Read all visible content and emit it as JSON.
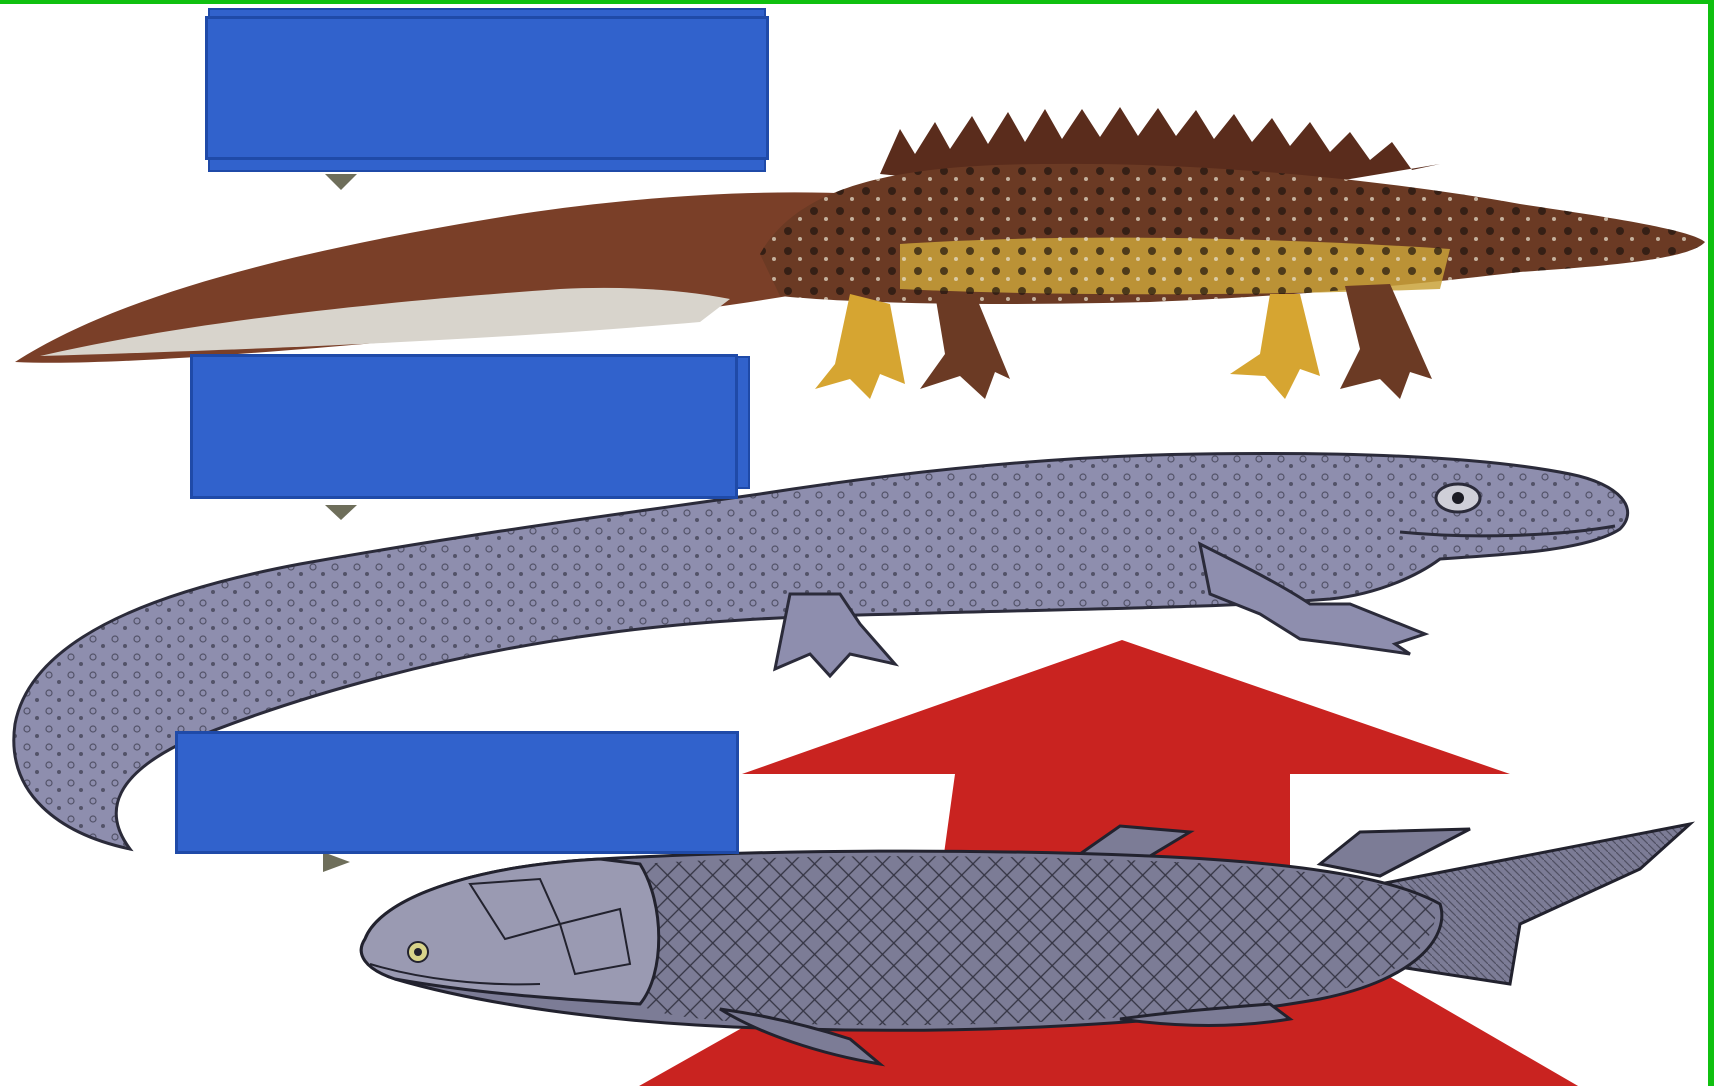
{
  "colors": {
    "frame": "#10c010",
    "label_box_fill": "#3162cc",
    "label_box_border": "#1f4aa8",
    "arrow": "#c92320",
    "pointer": "#6e6e5a",
    "newt_body": "#6b3a24",
    "newt_belly": "#c9a23a",
    "amphibian_body": "#8e8eae",
    "fish_body": "#7c7c96"
  },
  "diagram": {
    "arrow_direction": "up",
    "organisms": [
      {
        "id": "newt",
        "icon": "crested-newt-illustration"
      },
      {
        "id": "early-tetrapod",
        "icon": "early-amphibian-illustration"
      },
      {
        "id": "lobe-finned-fish",
        "icon": "lobe-finned-fish-illustration"
      }
    ],
    "labels": [
      {
        "id": "top",
        "text": ""
      },
      {
        "id": "middle",
        "text": ""
      },
      {
        "id": "bottom",
        "text": ""
      }
    ]
  }
}
